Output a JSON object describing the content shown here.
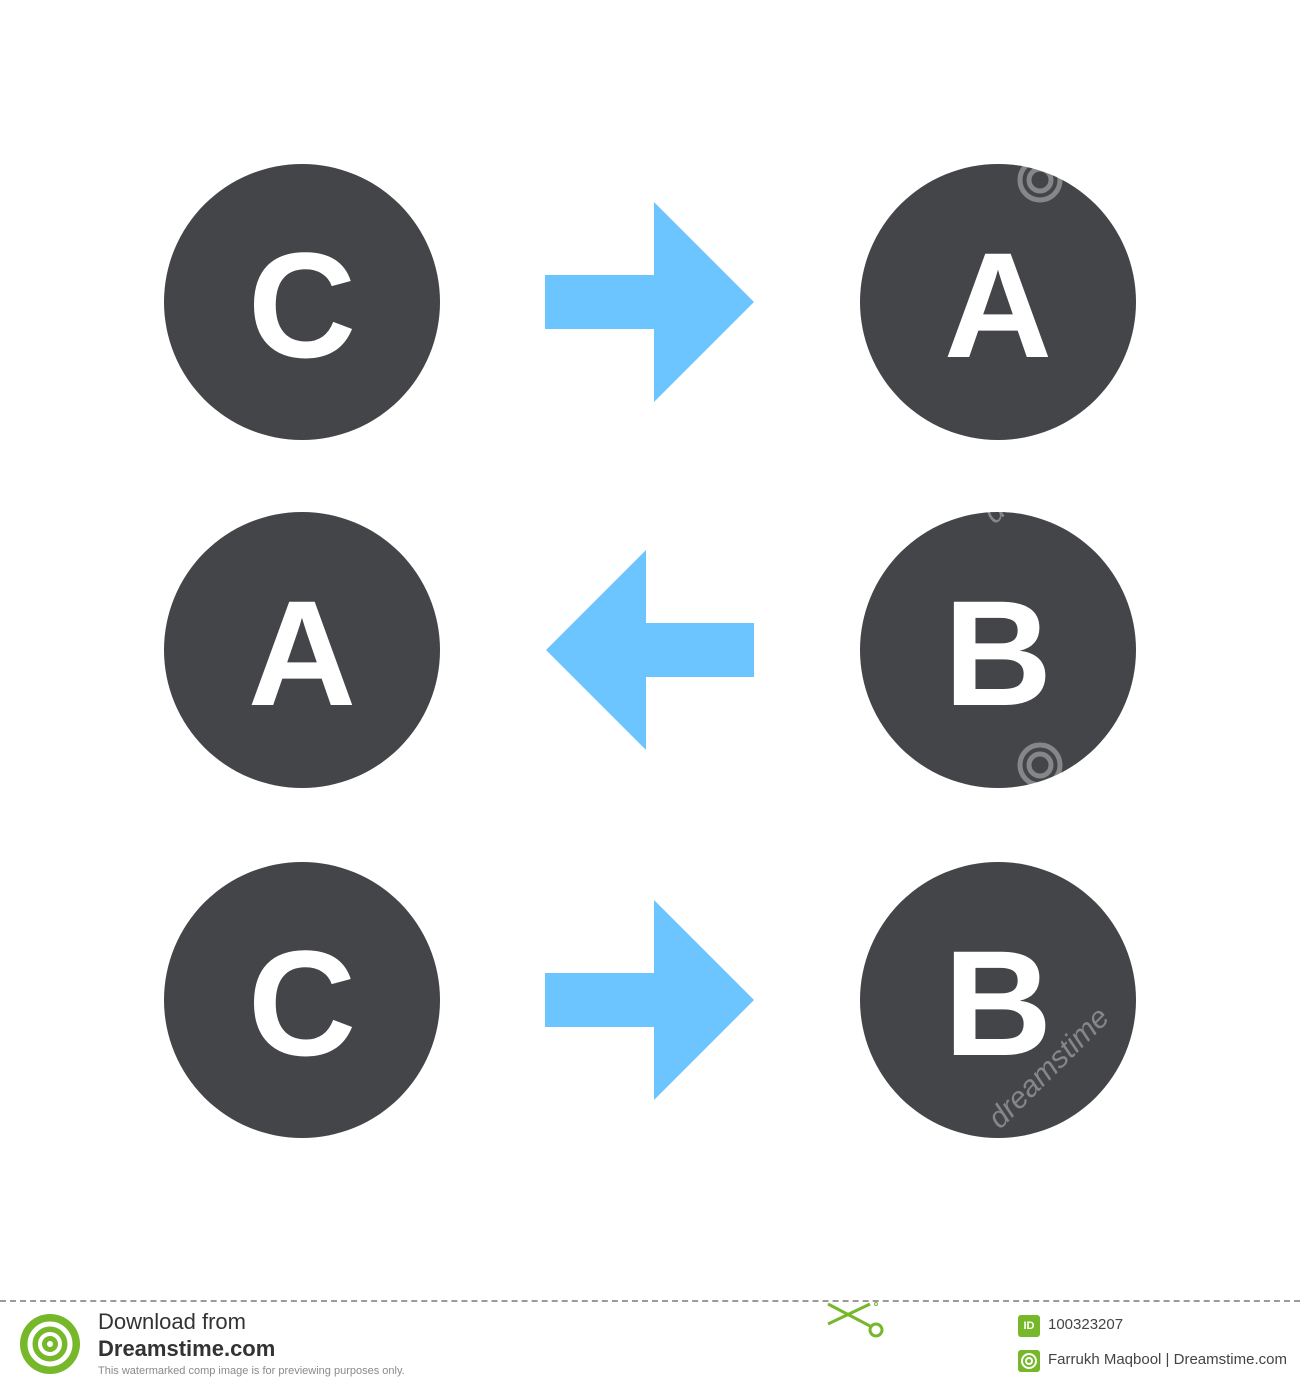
{
  "colors": {
    "background": "#ffffff",
    "circle_fill": "#434548",
    "letter_color": "#ffffff",
    "arrow_color": "#6cc5ff",
    "brand_green": "#76b82a"
  },
  "rows": [
    {
      "left": "C",
      "arrow": "right",
      "right": "A"
    },
    {
      "left": "A",
      "arrow": "left",
      "right": "B"
    },
    {
      "left": "C",
      "arrow": "right",
      "right": "B"
    }
  ],
  "watermark": {
    "text": "dreamstime",
    "icon": "copyright-swirl-icon"
  },
  "footer": {
    "download_text": "Download from",
    "site_name": "Dreamstime.com",
    "disclaimer": "This watermarked comp image is for previewing purposes only.",
    "id_badge": "ID",
    "image_id": "100323207",
    "author_credit": "Farrukh Maqbool | Dreamstime.com",
    "logo_icon": "dreamstime-swirl-icon",
    "scissors_icon": "scissors-icon",
    "author_icon": "author-icon"
  }
}
